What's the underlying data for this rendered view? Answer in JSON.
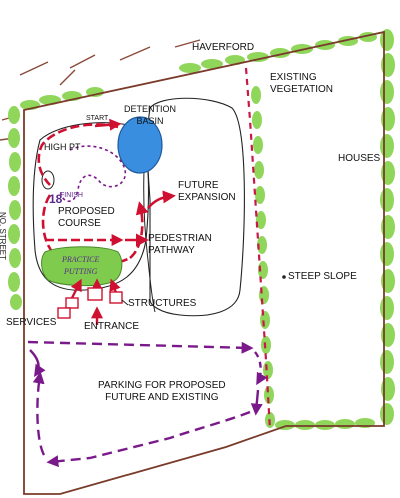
{
  "labels": {
    "haverford": "HAVERFORD",
    "existing_vegetation": [
      "EXISTING",
      "VEGETATION"
    ],
    "detention_basin": [
      "DETENTION",
      "BASIN"
    ],
    "start": "START",
    "high_pt": "HIGH PT",
    "finish": "FINISH",
    "hole_count": "18",
    "houses": "HOUSES",
    "future_expansion": [
      "FUTURE",
      "EXPANSION"
    ],
    "proposed_course": [
      "PROPOSED",
      "COURSE"
    ],
    "pedestrian_pathway": [
      "PEDESTRIAN",
      "PATHWAY"
    ],
    "practice_putting": [
      "PRACTICE",
      "PUTTING"
    ],
    "steep_slope": "STEEP SLOPE",
    "structures": "STRUCTURES",
    "services": "SERVICES",
    "entrance": "ENTRANCE",
    "parking": [
      "PARKING FOR PROPOSED",
      "FUTURE AND EXISTING"
    ],
    "street_side": "NO. STREET"
  },
  "colors": {
    "vegetation": "#8fd65a",
    "property_line": "#7a3b2a",
    "red_path": "#d01030",
    "purple_route": "#7a1a8a",
    "basin": "#3a8ee0",
    "putting_green": "#7ecb4e",
    "slope_line": "#c8184a"
  }
}
